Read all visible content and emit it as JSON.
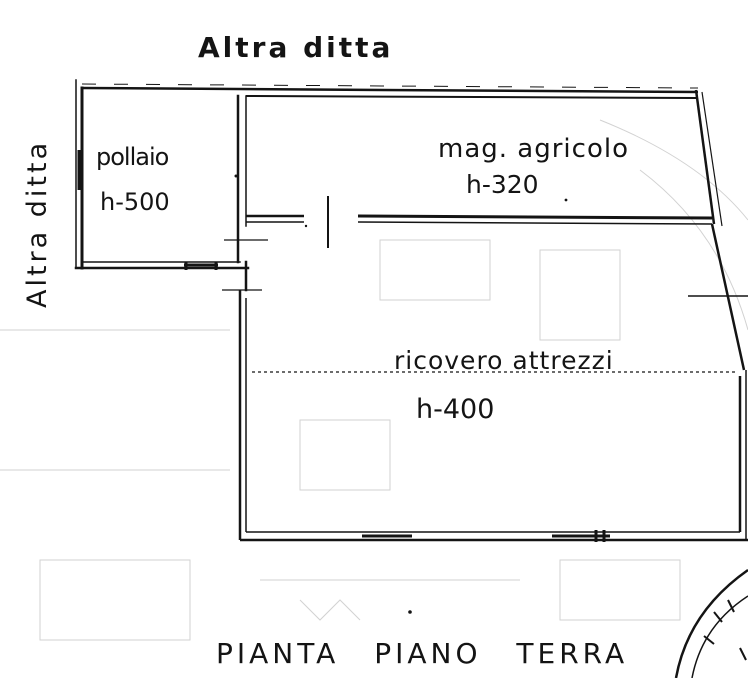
{
  "neighbors": {
    "top": "Altra ditta",
    "left": "Altra ditta"
  },
  "rooms": [
    {
      "id": "pollaio",
      "name": "pollaio",
      "height_label": "h-500"
    },
    {
      "id": "magazzino",
      "name": "mag. agricolo",
      "height_label": "h-320"
    },
    {
      "id": "ricovero",
      "name": "ricovero attrezzi",
      "height_label": "h-400"
    }
  ],
  "plan": {
    "title": "PIANTA PIANO TERRA"
  },
  "colors": {
    "ink": "#141414",
    "paper": "#ffffff",
    "faint": "#c9c9c9"
  }
}
